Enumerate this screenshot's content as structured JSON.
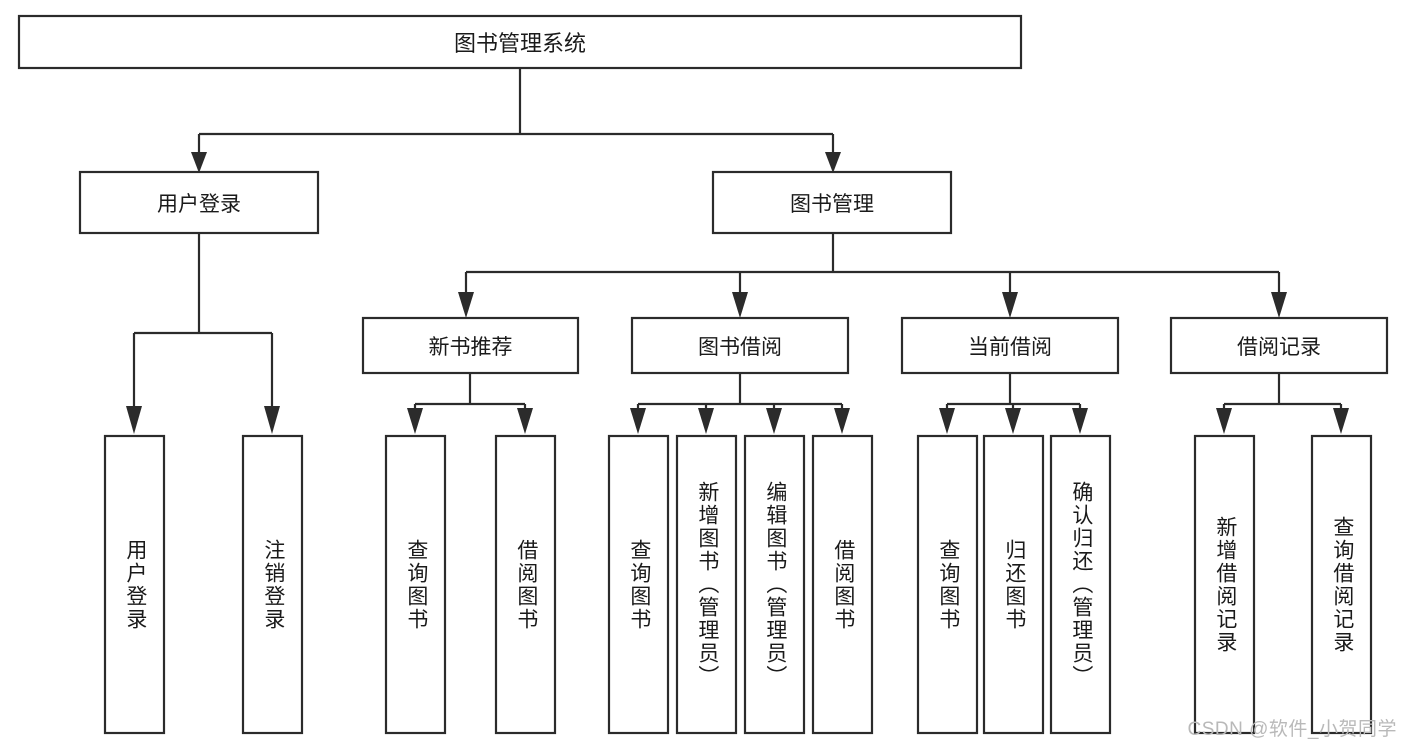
{
  "diagram": {
    "type": "tree",
    "title": "图书管理系统",
    "watermark": "CSDN @软件_小贺同学",
    "root": {
      "id": "root",
      "label": "图书管理系统",
      "orientation": "horizontal"
    },
    "level1": [
      {
        "id": "user-login",
        "label": "用户登录",
        "orientation": "horizontal"
      },
      {
        "id": "book-manage",
        "label": "图书管理",
        "orientation": "horizontal"
      }
    ],
    "level2": [
      {
        "id": "new-book-recommend",
        "label": "新书推荐",
        "orientation": "horizontal",
        "parent": "book-manage"
      },
      {
        "id": "book-borrow",
        "label": "图书借阅",
        "orientation": "horizontal",
        "parent": "book-manage"
      },
      {
        "id": "current-borrow",
        "label": "当前借阅",
        "orientation": "horizontal",
        "parent": "book-manage"
      },
      {
        "id": "borrow-record",
        "label": "借阅记录",
        "orientation": "horizontal",
        "parent": "book-manage"
      }
    ],
    "leaves": [
      {
        "id": "leaf-user-login",
        "label": "用户登录",
        "orientation": "vertical",
        "parent": "user-login"
      },
      {
        "id": "leaf-user-logout",
        "label": "注销登录",
        "orientation": "vertical",
        "parent": "user-login"
      },
      {
        "id": "leaf-query-book-1",
        "label": "查询图书",
        "orientation": "vertical",
        "parent": "new-book-recommend"
      },
      {
        "id": "leaf-borrow-book-1",
        "label": "借阅图书",
        "orientation": "vertical",
        "parent": "new-book-recommend"
      },
      {
        "id": "leaf-query-book-2",
        "label": "查询图书",
        "orientation": "vertical",
        "parent": "book-borrow"
      },
      {
        "id": "leaf-add-book",
        "label": "新增图书（管理员）",
        "orientation": "vertical",
        "parent": "book-borrow"
      },
      {
        "id": "leaf-edit-book",
        "label": "编辑图书（管理员）",
        "orientation": "vertical",
        "parent": "book-borrow"
      },
      {
        "id": "leaf-borrow-book-2",
        "label": "借阅图书",
        "orientation": "vertical",
        "parent": "book-borrow"
      },
      {
        "id": "leaf-query-book-3",
        "label": "查询图书",
        "orientation": "vertical",
        "parent": "current-borrow"
      },
      {
        "id": "leaf-return-book",
        "label": "归还图书",
        "orientation": "vertical",
        "parent": "current-borrow"
      },
      {
        "id": "leaf-confirm-return",
        "label": "确认归还（管理员）",
        "orientation": "vertical",
        "parent": "current-borrow"
      },
      {
        "id": "leaf-add-record",
        "label": "新增借阅记录",
        "orientation": "vertical",
        "parent": "borrow-record"
      },
      {
        "id": "leaf-query-record",
        "label": "查询借阅记录",
        "orientation": "vertical",
        "parent": "borrow-record"
      }
    ],
    "colors": {
      "box_stroke": "#2b2b2b",
      "box_fill": "#ffffff",
      "text": "#1a1a1a",
      "connector": "#2b2b2b",
      "watermark": "#b9b9b9",
      "background": "#ffffff"
    }
  }
}
